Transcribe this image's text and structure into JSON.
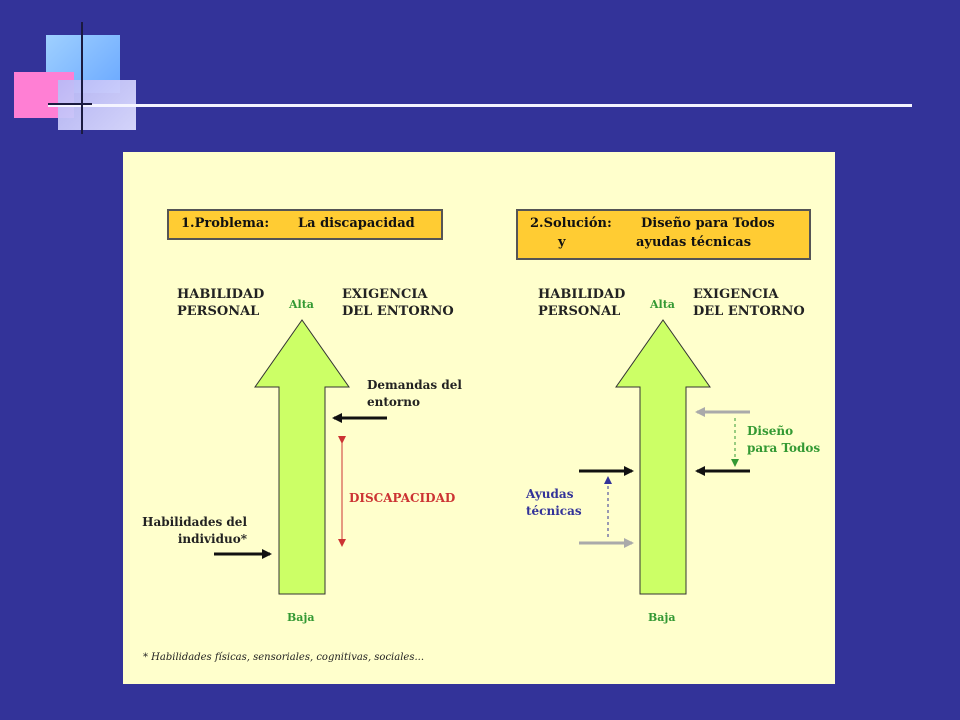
{
  "left_panel": {
    "header": {
      "number": "1.Problema:",
      "title": "La discapacidad"
    },
    "habilidad": "HABILIDAD\nPERSONAL",
    "exigencia": "EXIGENCIA\nDEL ENTORNO",
    "alta": "Alta",
    "baja": "Baja",
    "demandas": "Demandas del\nentorno",
    "discapacidad": "DISCAPACIDAD",
    "habilidades_individuo": "Habilidades del\nindividuo*"
  },
  "right_panel": {
    "header": {
      "number": "2.Solución:",
      "title_line1": "Diseño para Todos",
      "title_line2_prefix": "y",
      "title_line2": "ayudas técnicas"
    },
    "habilidad": "HABILIDAD\nPERSONAL",
    "exigencia": "EXIGENCIA\nDEL ENTORNO",
    "alta": "Alta",
    "baja": "Baja",
    "diseno": "Diseño\npara Todos",
    "ayudas": "Ayudas\ntécnicas"
  },
  "footnote": "* Habilidades físicas, sensoriales, cognitivas, sociales...",
  "colors": {
    "slide_bg": "#333399",
    "panel_bg": "#ffffcc",
    "header_box": "#ffcc33",
    "arrow_green": "#ccff66",
    "discapacidad_red": "#cc3333",
    "diseno_green": "#339933",
    "ayudas_blue": "#333399",
    "label_green": "#339933"
  }
}
